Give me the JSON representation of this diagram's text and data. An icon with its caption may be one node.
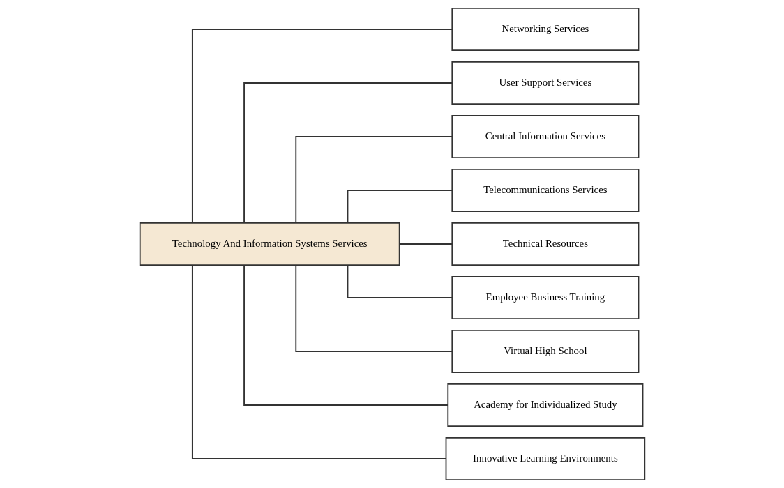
{
  "diagram": {
    "nodes": [
      {
        "text": [
          "Technology And Information Systems Services"
        ]
      },
      {
        "text": [
          "Networking Services"
        ]
      },
      {
        "text": [
          "User Support Services"
        ]
      },
      {
        "text": [
          "Central Information Services"
        ]
      },
      {
        "text": [
          "Telecommunications Services"
        ]
      },
      {
        "text": [
          "Technical Resources"
        ]
      },
      {
        "text": [
          "Employee Business Training"
        ]
      },
      {
        "text": [
          "Virtual High School"
        ]
      },
      {
        "text": [
          "Academy for Individualized Study"
        ]
      },
      {
        "text": [
          "Innovative Learning Environments"
        ]
      }
    ],
    "edges": [
      {
        "from": 0,
        "to": 1,
        "arrow": "none"
      },
      {
        "from": 0,
        "to": 2,
        "arrow": "none"
      },
      {
        "from": 0,
        "to": 3,
        "arrow": "none"
      },
      {
        "from": 0,
        "to": 4,
        "arrow": "none"
      },
      {
        "from": 0,
        "to": 5,
        "arrow": "none"
      },
      {
        "from": 0,
        "to": 6,
        "arrow": "none"
      },
      {
        "from": 0,
        "to": 7,
        "arrow": "none"
      },
      {
        "from": 0,
        "to": 8,
        "arrow": "none"
      },
      {
        "from": 0,
        "to": 9,
        "arrow": "none"
      }
    ]
  }
}
